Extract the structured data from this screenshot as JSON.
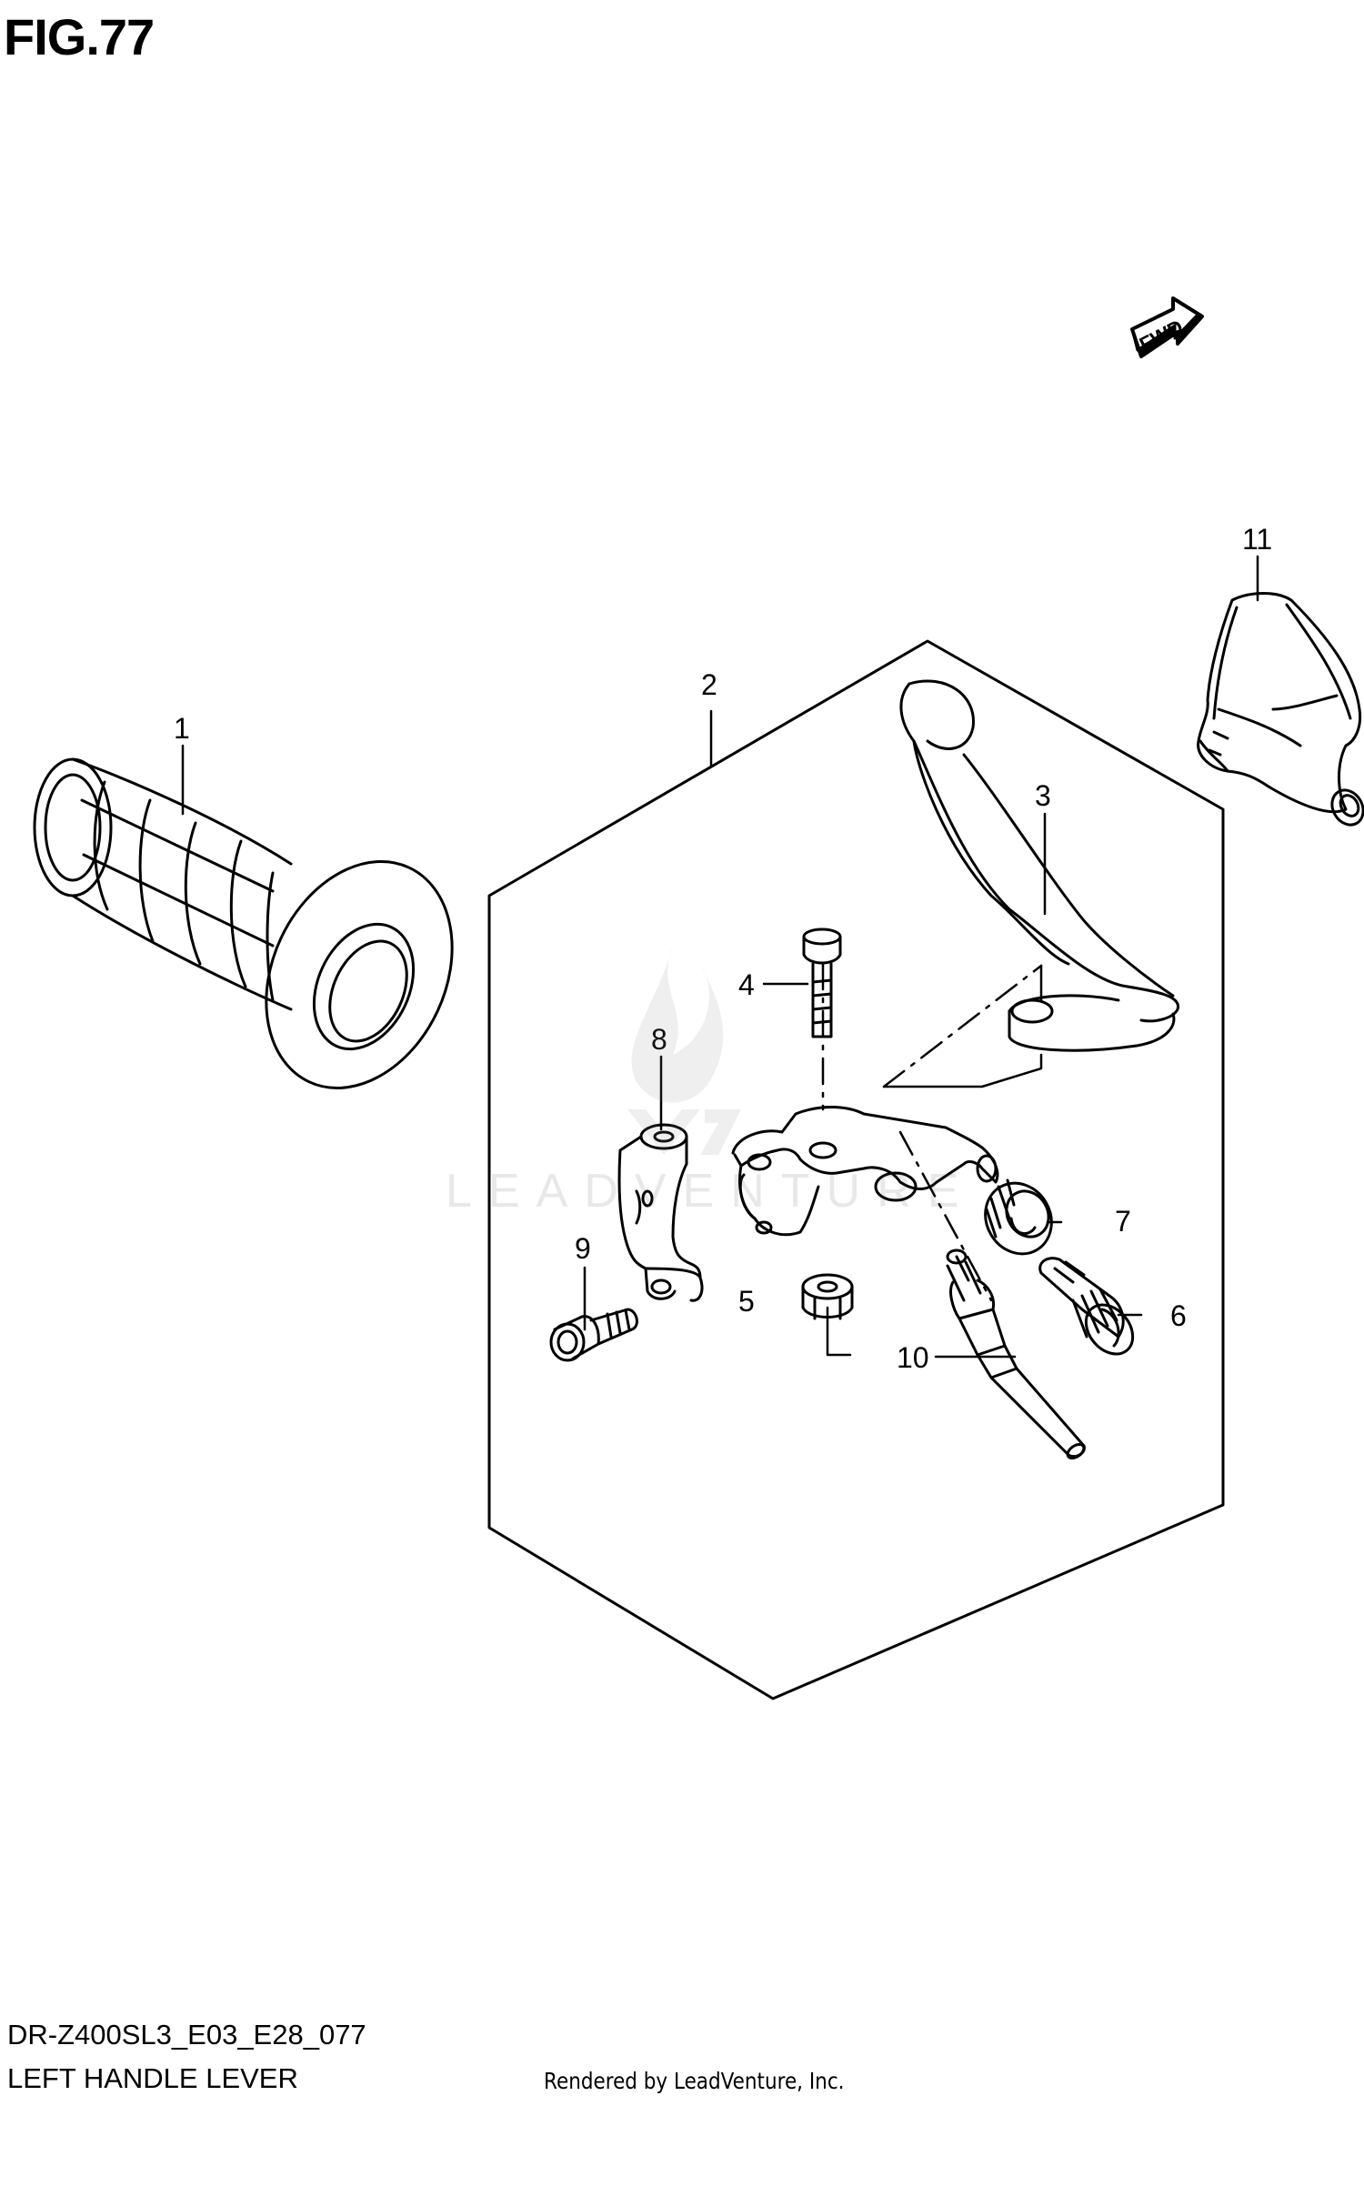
{
  "figure": {
    "title": "FIG.77"
  },
  "direction_badge": {
    "label": "FWD"
  },
  "callouts": [
    {
      "number": "1"
    },
    {
      "number": "2"
    },
    {
      "number": "3"
    },
    {
      "number": "4"
    },
    {
      "number": "5"
    },
    {
      "number": "6"
    },
    {
      "number": "7"
    },
    {
      "number": "8"
    },
    {
      "number": "9"
    },
    {
      "number": "10"
    },
    {
      "number": "11"
    }
  ],
  "footer": {
    "model_code": "DR-Z400SL3_E03_E28_077",
    "section_name": "LEFT HANDLE LEVER",
    "render_credit": "Rendered by LeadVenture, Inc."
  },
  "watermark": {
    "text": "LEADVENTURE"
  }
}
